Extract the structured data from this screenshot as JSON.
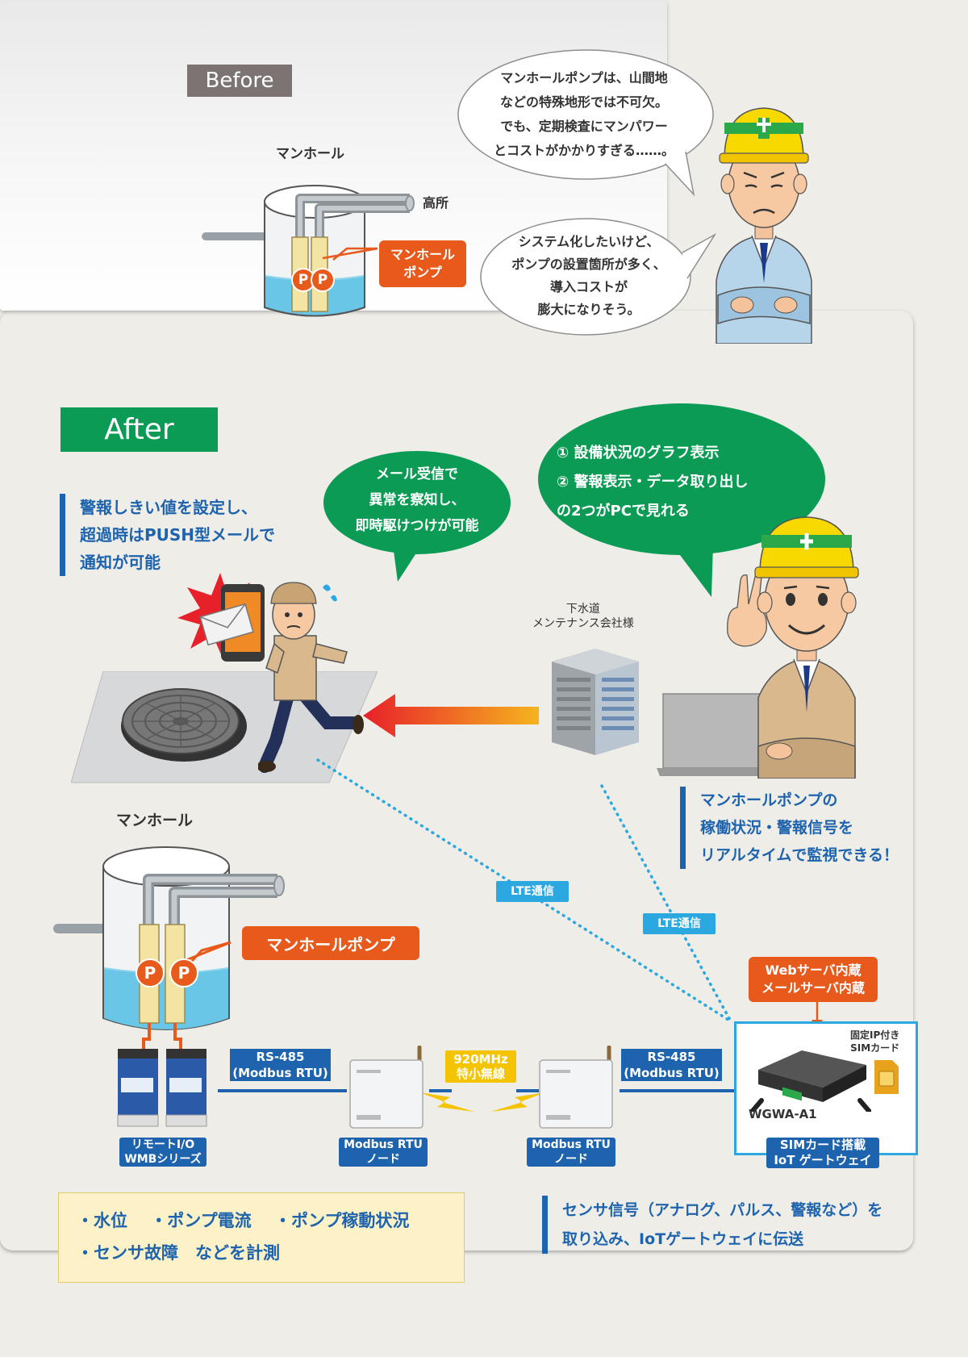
{
  "before": {
    "tag": "Before",
    "manhole_label": "マンホール",
    "high_place_label": "高所",
    "pump_label": "マンホール\nポンプ",
    "pump_letter": "P",
    "bubble_top": "マンホールポンプは、山間地\nなどの特殊地形では不可欠。\nでも、定期検査にマンパワー\nとコストがかかりすぎる……。",
    "bubble_bottom": "システム化したいけど、\nポンプの設置箇所が多く、\n導入コストが\n膨大になりそう。"
  },
  "after": {
    "tag": "After",
    "note_alert": "警報しきい値を設定し、\n超過時はPUSH型メールで\n通知が可能",
    "bubble_mail": "メール受信で\n異常を察知し、\n即時駆けつけが可能",
    "bubble_pc": "① 設備状況のグラフ表示\n② 警報表示・データ取り出し\nの2つがPCで見れる",
    "company_label": "下水道\nメンテナンス会社様",
    "note_monitor": "マンホールポンプの\n稼働状況・警報信号を\nリアルタイムで監視できる！",
    "lte_label_1": "LTE通信",
    "lte_label_2": "LTE通信",
    "manhole_label": "マンホール",
    "pump_label": "マンホールポンプ",
    "pump_letter": "P",
    "server_label": "Webサーバ内蔵\nメールサーバ内蔵",
    "sim_label": "固定IP付き\nSIMカード",
    "gateway_model": "WGWA-A1",
    "rs485_left": "RS-485\n(Modbus RTU)",
    "rs485_right": "RS-485\n(Modbus RTU)",
    "wireless_label": "920MHz\n特小無線",
    "remote_io_label": "リモートI/O\nWMBシリーズ",
    "node_left_label": "Modbus RTU\nノード",
    "node_right_label": "Modbus RTU\nノード",
    "gateway_label": "SIMカード搭載\nIoT ゲートウェイ",
    "measure_items": "・水位　 ・ポンプ電流　 ・ポンプ稼動状況\n・センサ故障　などを計測",
    "note_sensor": "センサ信号（アナログ、パルス、警報など）を\n取り込み、IoTゲートウェイに伝送"
  },
  "colors": {
    "green": "#0b9b55",
    "blue": "#1d63ad",
    "orange": "#e8591c",
    "light_blue": "#2aa8df",
    "water": "#69c6e6",
    "yellow": "#f3e4a3"
  }
}
